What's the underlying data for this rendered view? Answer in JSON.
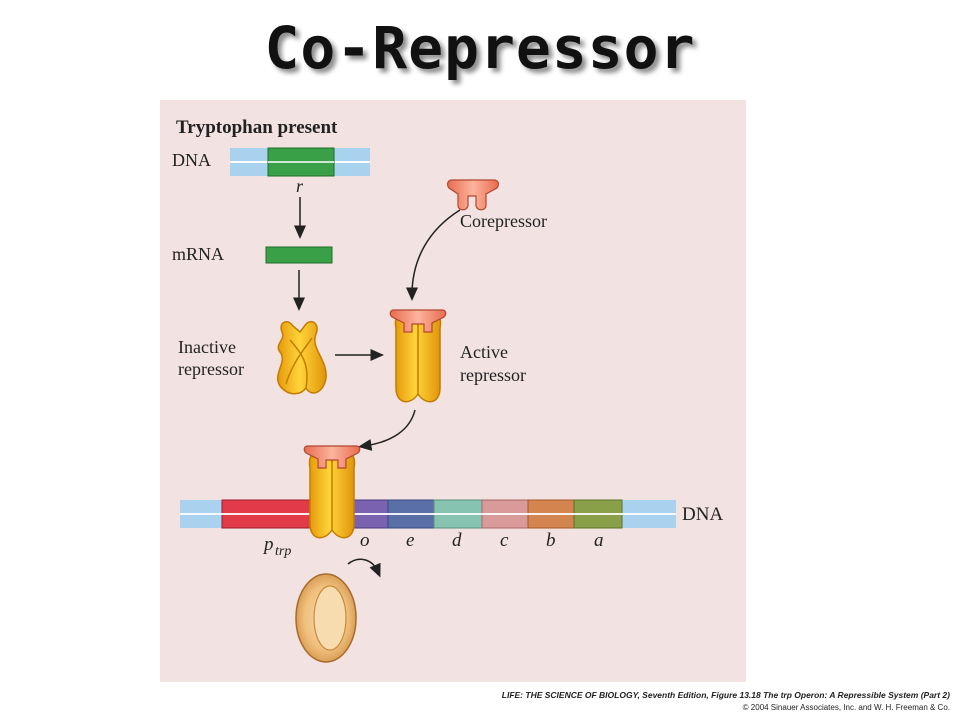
{
  "title": "Co-Repressor",
  "figure": {
    "panel_title": "Tryptophan present",
    "labels": {
      "dna_top": "DNA",
      "gene_r": "r",
      "mrna": "mRNA",
      "corepressor": "Corepressor",
      "inactive_repressor_1": "Inactive",
      "inactive_repressor_2": "repressor",
      "active_repressor_1": "Active",
      "active_repressor_2": "repressor",
      "dna_bottom": "DNA",
      "promoter_p": "p",
      "promoter_sub": "trp",
      "operator": "o",
      "gene_e": "e",
      "gene_d": "d",
      "gene_c": "c",
      "gene_b": "b",
      "gene_a": "a"
    },
    "colors": {
      "background": "#f2e2e2",
      "dna_blue": "#a9d2ef",
      "gene_r_green": "#3aa047",
      "promoter_red": "#e33a4a",
      "operator_purple": "#7a62b0",
      "gene_e": "#5a6ea8",
      "gene_d": "#86c3b0",
      "gene_c": "#d99a9a",
      "gene_b": "#d4844f",
      "gene_a": "#8aa048",
      "repressor_yellow": "#f2b817",
      "corepressor_peach": "#f08a6e",
      "rna_polymerase": "#f1c48a"
    }
  },
  "credit": {
    "line1": "LIFE: THE SCIENCE OF BIOLOGY, Seventh Edition, Figure 13.18 The trp Operon: A Repressible System (Part 2)",
    "line2": "© 2004 Sinauer Associates, Inc. and W. H. Freeman & Co."
  }
}
